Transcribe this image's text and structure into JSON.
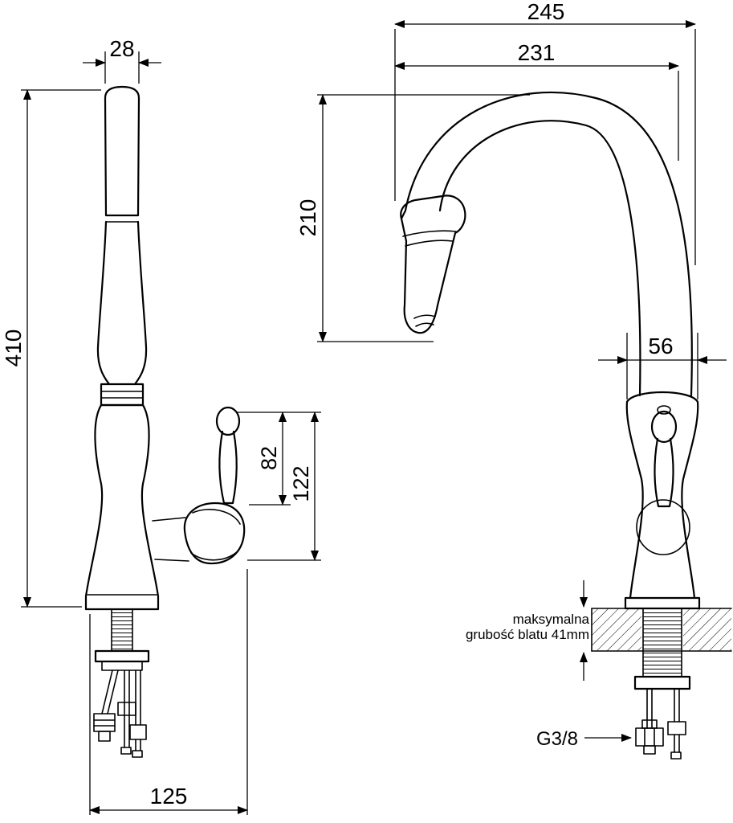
{
  "drawing": {
    "background": "#ffffff",
    "line_color": "#000000",
    "left_view": {
      "name": "faucet side view with lever",
      "dim_spout_diameter": "28",
      "dim_total_height": "410",
      "dim_lever_height": "82",
      "dim_lever_span": "122",
      "dim_base_depth": "125"
    },
    "right_view": {
      "name": "pull-down faucet front view",
      "dim_total_width": "245",
      "dim_spout_reach": "231",
      "dim_spout_height": "210",
      "dim_body_width": "56",
      "counter_note_line1": "maksymalna",
      "counter_note_line2": "grubość blatu 41mm",
      "thread_size": "G3/8"
    }
  }
}
